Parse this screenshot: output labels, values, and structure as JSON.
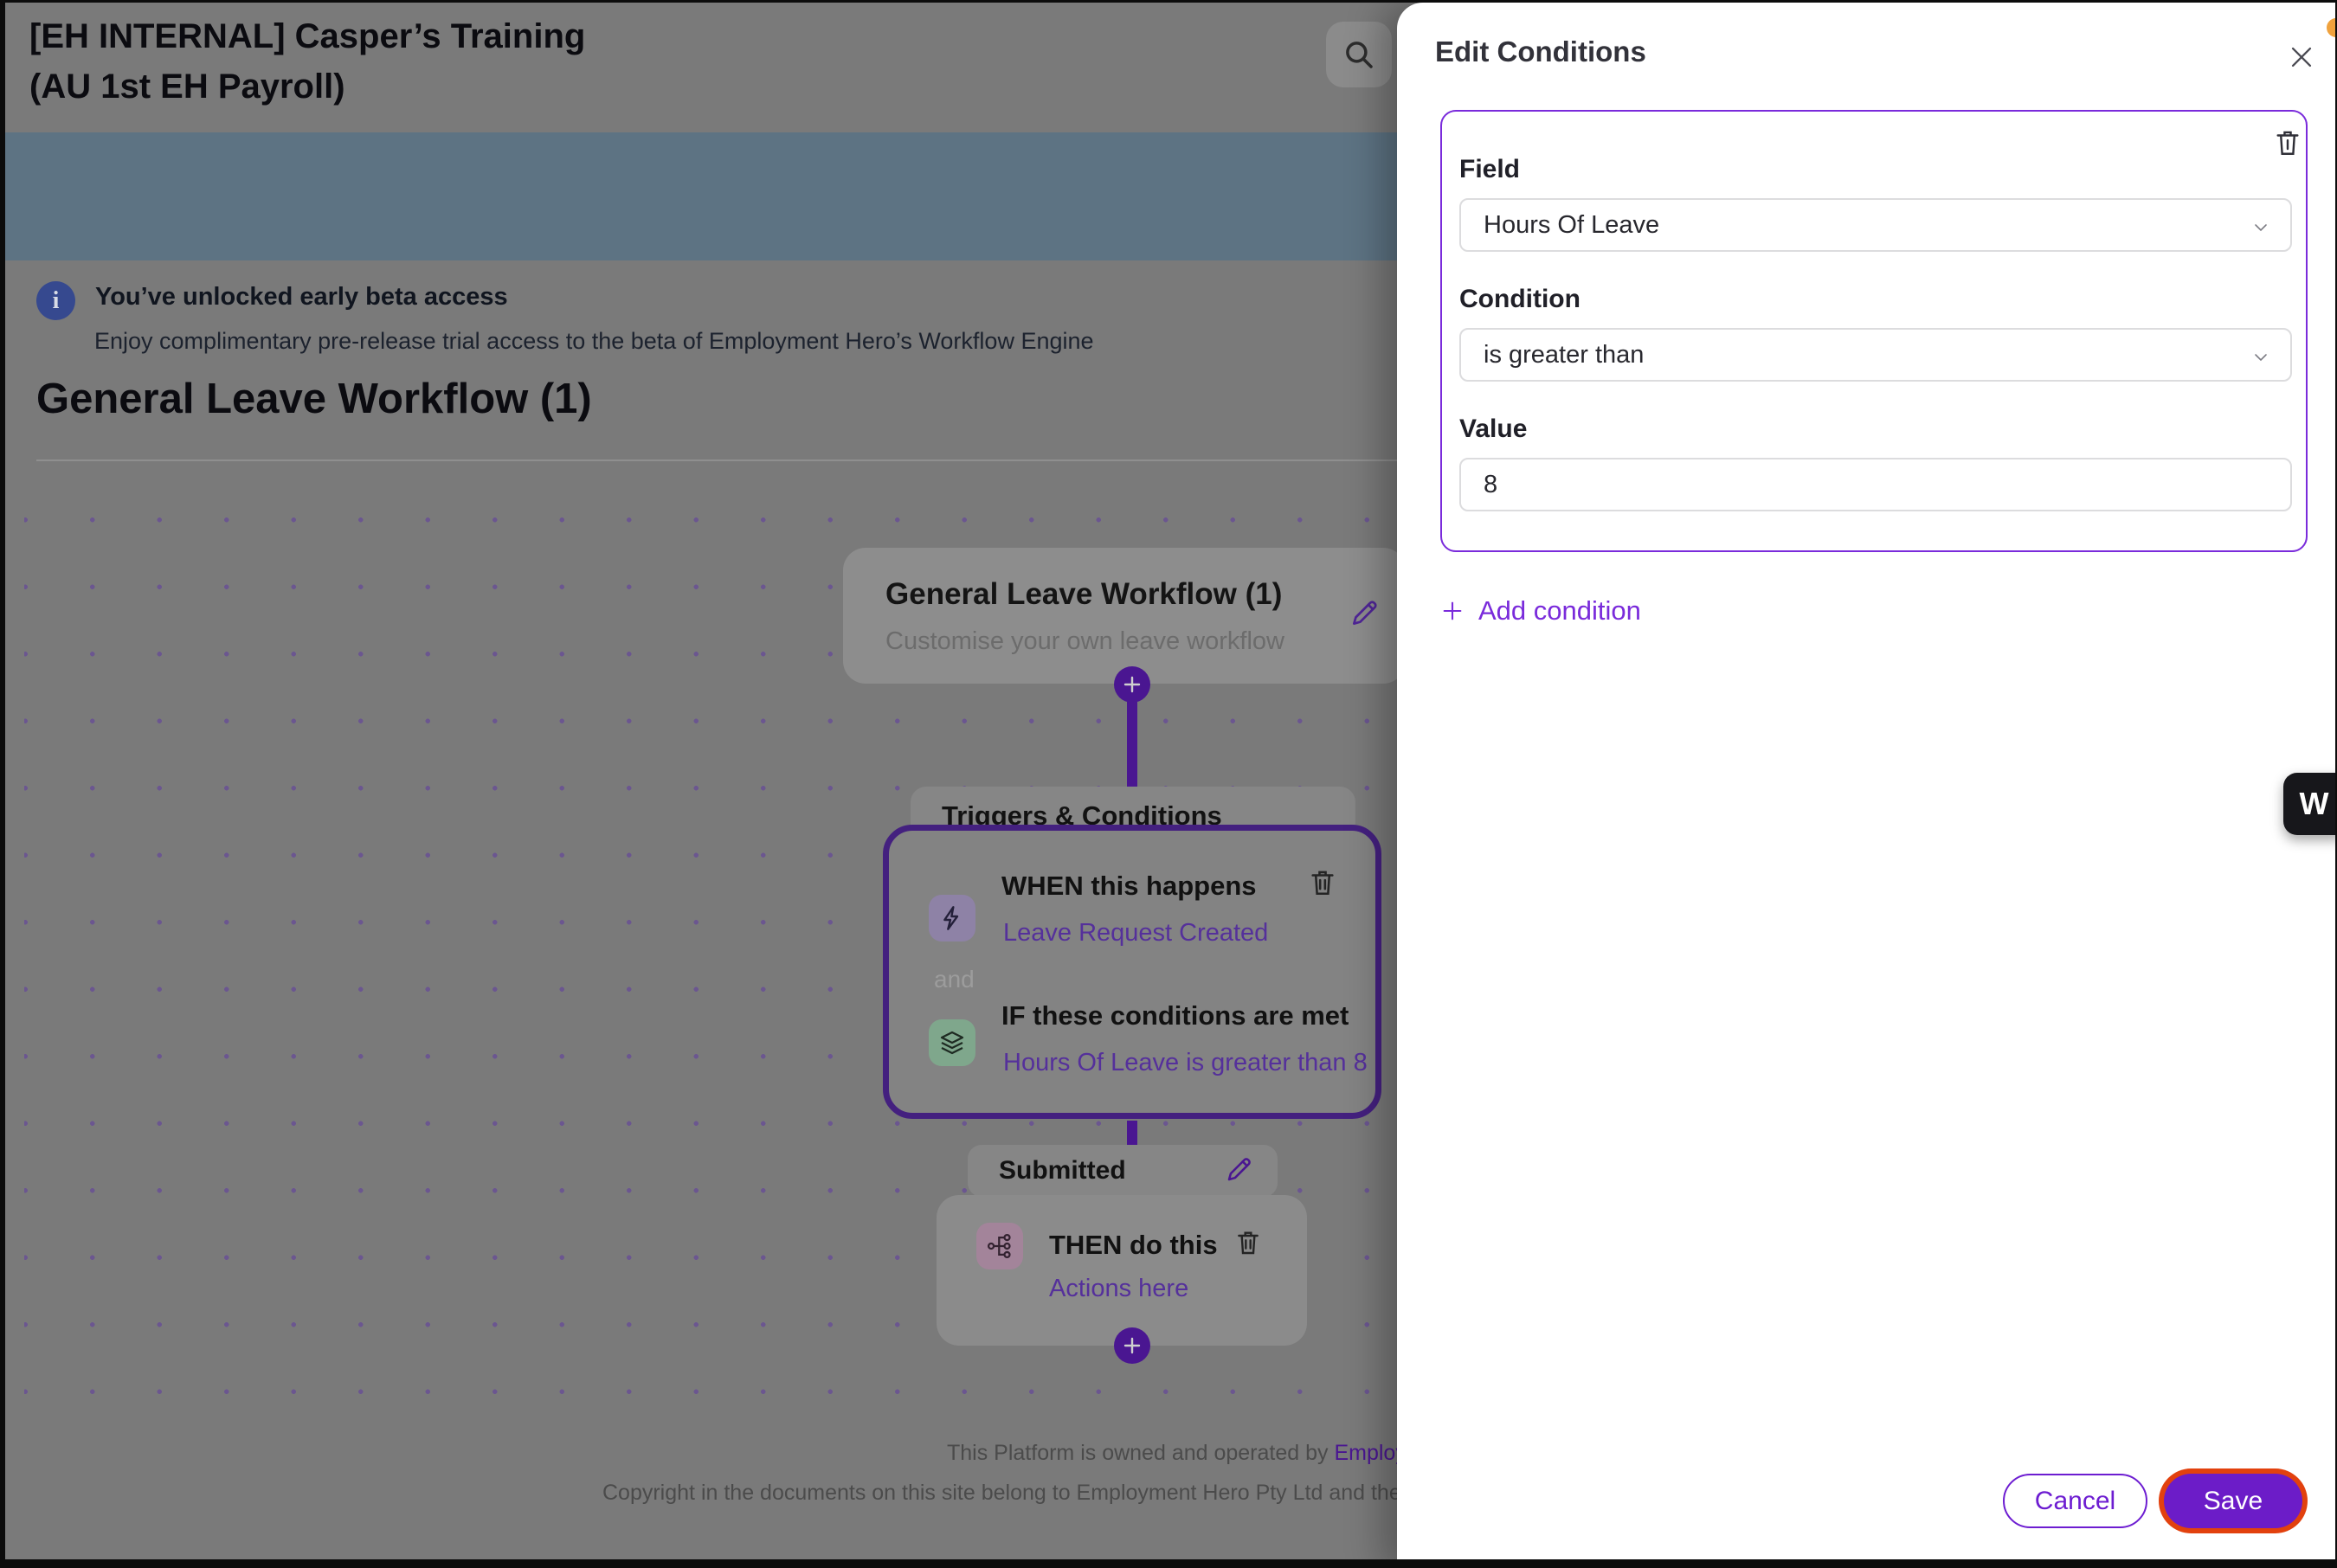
{
  "window": {
    "title_line1": "[EH INTERNAL] Casper’s Training",
    "title_line2": "(AU 1st EH Payroll)"
  },
  "banner": {
    "title": "You’ve unlocked early beta access",
    "subtitle": "Enjoy complimentary pre-release trial access to the beta of Employment Hero’s Workflow Engine"
  },
  "page": {
    "heading": "General Leave Workflow (1)"
  },
  "canvas": {
    "workflow_card": {
      "title": "General Leave Workflow (1)",
      "subtitle": "Customise your own leave workflow"
    },
    "triggers_node": {
      "tab": "Triggers & Conditions",
      "when_title": "WHEN this happens",
      "when_value": "Leave Request Created",
      "and_label": "and",
      "if_title": "IF these conditions are met",
      "if_value": "Hours Of Leave is greater than 8"
    },
    "action_node": {
      "tab": "Submitted",
      "then_title": "THEN do this",
      "then_value": "Actions here"
    },
    "footer": {
      "line1_prefix": "This Platform is owned and operated by ",
      "line1_link": "Employment",
      "line2": "Copyright in the documents on this site belong to Employment Hero Pty Ltd and they cannot b"
    }
  },
  "panel": {
    "title": "Edit Conditions",
    "condition_card": {
      "field_label": "Field",
      "field_value": "Hours Of Leave",
      "condition_label": "Condition",
      "condition_value": "is greater than",
      "value_label": "Value",
      "value": "8"
    },
    "add_condition_label": "Add condition",
    "cancel_label": "Cancel",
    "save_label": "Save"
  },
  "widget": {
    "label": "W"
  },
  "colors": {
    "accent_purple": "#6c1cc8",
    "link_purple": "#7a2bdb",
    "focus_ring_orange": "#e2410e",
    "banner_info_blue": "#36498f",
    "notification_orange": "#f0a23d"
  }
}
